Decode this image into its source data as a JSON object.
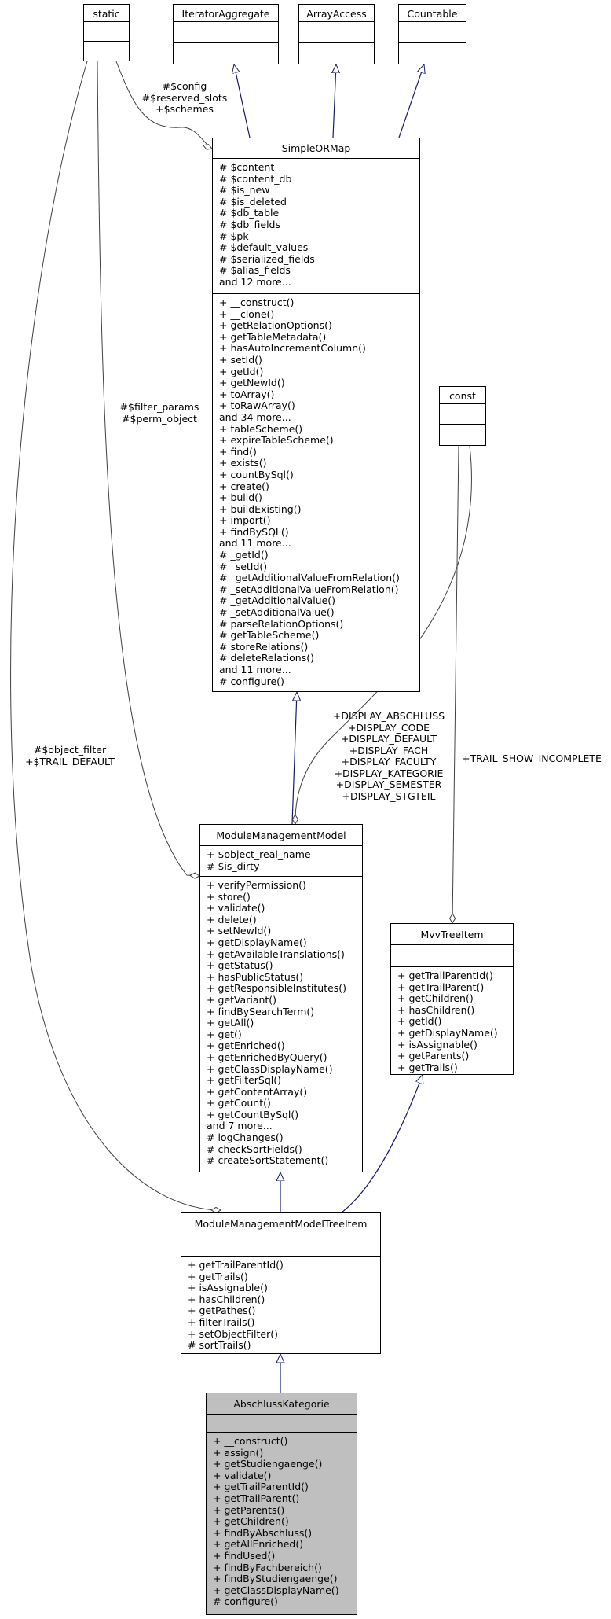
{
  "classes": {
    "static": {
      "name": "static"
    },
    "iterator": {
      "name": "IteratorAggregate"
    },
    "arrayaccess": {
      "name": "ArrayAccess"
    },
    "countable": {
      "name": "Countable"
    },
    "const": {
      "name": "const"
    },
    "simpleormap": {
      "name": "SimpleORMap",
      "attributes": [
        "# $content",
        "# $content_db",
        "# $is_new",
        "# $is_deleted",
        "# $db_table",
        "# $db_fields",
        "# $pk",
        "# $default_values",
        "# $serialized_fields",
        "# $alias_fields",
        "and 12 more..."
      ],
      "methods": [
        "+ __construct()",
        "+ __clone()",
        "+ getRelationOptions()",
        "+ getTableMetadata()",
        "+ hasAutoIncrementColumn()",
        "+ setId()",
        "+ getId()",
        "+ getNewId()",
        "+ toArray()",
        "+ toRawArray()",
        "and 34 more...",
        "+ tableScheme()",
        "+ expireTableScheme()",
        "+ find()",
        "+ exists()",
        "+ countBySql()",
        "+ create()",
        "+ build()",
        "+ buildExisting()",
        "+ import()",
        "+ findBySQL()",
        "and 11 more...",
        "# _getId()",
        "# _setId()",
        "# _getAdditionalValueFromRelation()",
        "# _setAdditionalValueFromRelation()",
        "# _getAdditionalValue()",
        "# _setAdditionalValue()",
        "# parseRelationOptions()",
        "# getTableScheme()",
        "# storeRelations()",
        "# deleteRelations()",
        "and 11 more...",
        "# configure()"
      ]
    },
    "modulemanagementmodel": {
      "name": "ModuleManagementModel",
      "attributes": [
        "+ $object_real_name",
        "# $is_dirty"
      ],
      "methods": [
        "+ verifyPermission()",
        "+ store()",
        "+ validate()",
        "+ delete()",
        "+ setNewId()",
        "+ getDisplayName()",
        "+ getAvailableTranslations()",
        "+ getStatus()",
        "+ hasPublicStatus()",
        "+ getResponsibleInstitutes()",
        "+ getVariant()",
        "+ findBySearchTerm()",
        "+ getAll()",
        "+ get()",
        "+ getEnriched()",
        "+ getEnrichedByQuery()",
        "+ getClassDisplayName()",
        "+ getFilterSql()",
        "+ getContentArray()",
        "+ getCount()",
        "+ getCountBySql()",
        "and 7 more...",
        "# logChanges()",
        "# checkSortFields()",
        "# createSortStatement()"
      ]
    },
    "mvvtreeitem": {
      "name": "MvvTreeItem",
      "methods": [
        "+ getTrailParentId()",
        "+ getTrailParent()",
        "+ getChildren()",
        "+ hasChildren()",
        "+ getId()",
        "+ getDisplayName()",
        "+ isAssignable()",
        "+ getParents()",
        "+ getTrails()"
      ]
    },
    "mmtreeitem": {
      "name": "ModuleManagementModelTreeItem",
      "methods": [
        "+ getTrailParentId()",
        "+ getTrails()",
        "+ isAssignable()",
        "+ hasChildren()",
        "+ getPathes()",
        "+ filterTrails()",
        "+ setObjectFilter()",
        "# sortTrails()"
      ]
    },
    "abschluss": {
      "name": "AbschlussKategorie",
      "methods": [
        "+ __construct()",
        "+ assign()",
        "+ getStudiengaenge()",
        "+ validate()",
        "+ getTrailParentId()",
        "+ getTrailParent()",
        "+ getParents()",
        "+ getChildren()",
        "+ findByAbschluss()",
        "+ getAllEnriched()",
        "+ findUsed()",
        "+ findByFachbereich()",
        "+ findByStudiengaenge()",
        "+ getClassDisplayName()",
        "# configure()"
      ]
    }
  },
  "edge_labels": {
    "static_sorm": [
      "#$config",
      "#$reserved_slots",
      "+$schemes"
    ],
    "static_mmm": [
      "#$filter_params",
      "#$perm_object"
    ],
    "static_mmti": [
      "#$object_filter",
      "+$TRAIL_DEFAULT"
    ],
    "const_mmm": [
      "+DISPLAY_ABSCHLUSS",
      "+DISPLAY_CODE",
      "+DISPLAY_DEFAULT",
      "+DISPLAY_FACH",
      "+DISPLAY_FACULTY",
      "+DISPLAY_KATEGORIE",
      "+DISPLAY_SEMESTER",
      "+DISPLAY_STGTEIL"
    ],
    "const_mvv": [
      "+TRAIL_SHOW_INCOMPLETE"
    ]
  },
  "colors": {
    "inheritance": "#191970",
    "association": "#404040",
    "focus_fill": "#bfbfbf"
  }
}
